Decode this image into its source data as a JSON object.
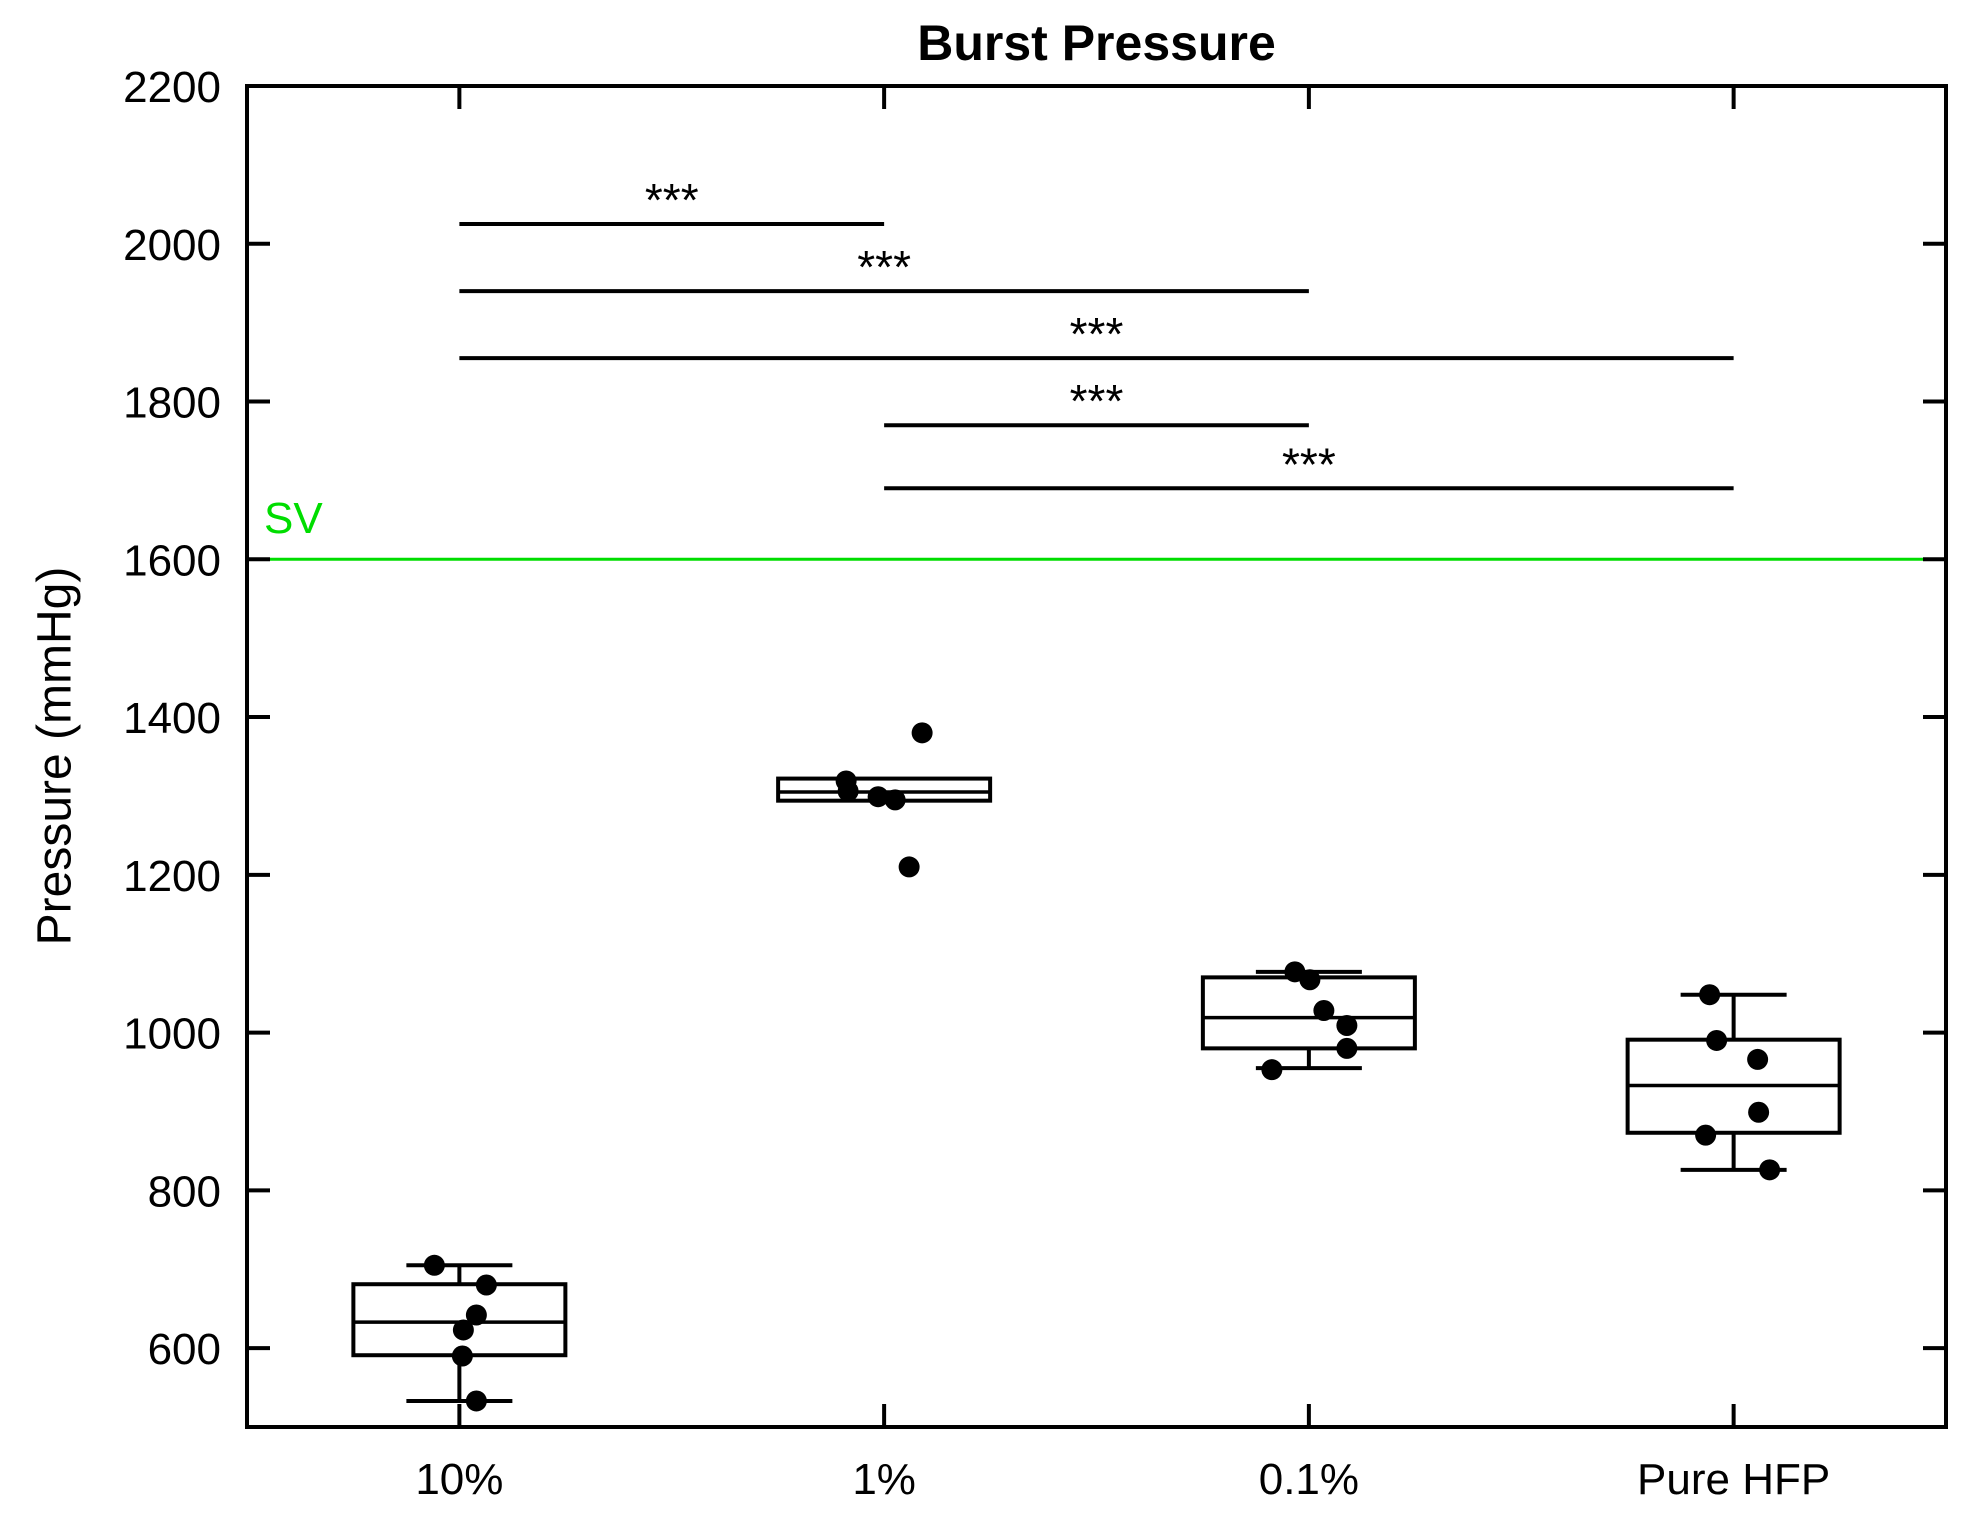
{
  "chart_data": {
    "type": "box",
    "title": "Burst Pressure",
    "ylabel": "Pressure (mmHg)",
    "xlabel": "",
    "ylim": [
      500,
      2200
    ],
    "yticks": [
      600,
      800,
      1000,
      1200,
      1400,
      1600,
      1800,
      2000,
      2200
    ],
    "grid": false,
    "legend": "none",
    "categories": [
      "10%",
      "1%",
      "0.1%",
      "Pure HFP"
    ],
    "colors": {
      "box_stroke": "#000000",
      "point_fill": "#000000",
      "reference_green": "#00dd00"
    },
    "reference_line": {
      "label": "SV",
      "value": 1600,
      "color": "#00dd00"
    },
    "groups": [
      {
        "label": "10%",
        "q1": 591,
        "median": 633,
        "q3": 681,
        "whisker_low": 533,
        "whisker_high": 705,
        "points": [
          {
            "v": 705,
            "dx": -25
          },
          {
            "v": 680,
            "dx": 27
          },
          {
            "v": 642,
            "dx": 17
          },
          {
            "v": 623,
            "dx": 4
          },
          {
            "v": 590,
            "dx": 3
          },
          {
            "v": 533,
            "dx": 17
          }
        ]
      },
      {
        "label": "1%",
        "q1": 1294,
        "median": 1305,
        "q3": 1322,
        "whisker_low": null,
        "whisker_high": null,
        "points": [
          {
            "v": 1380,
            "dx": 38
          },
          {
            "v": 1319,
            "dx": -38
          },
          {
            "v": 1306,
            "dx": -36
          },
          {
            "v": 1299,
            "dx": -6
          },
          {
            "v": 1295,
            "dx": 11
          },
          {
            "v": 1210,
            "dx": 25
          }
        ]
      },
      {
        "label": "0.1%",
        "q1": 980,
        "median": 1019,
        "q3": 1070,
        "whisker_low": 955,
        "whisker_high": 1077,
        "points": [
          {
            "v": 1077,
            "dx": -14
          },
          {
            "v": 1067,
            "dx": 1
          },
          {
            "v": 1028,
            "dx": 15
          },
          {
            "v": 1009,
            "dx": 38
          },
          {
            "v": 980,
            "dx": 38
          },
          {
            "v": 953,
            "dx": -37
          }
        ]
      },
      {
        "label": "Pure HFP",
        "q1": 873,
        "median": 933,
        "q3": 991,
        "whisker_low": 826,
        "whisker_high": 1048,
        "points": [
          {
            "v": 1048,
            "dx": -24
          },
          {
            "v": 990,
            "dx": -17
          },
          {
            "v": 966,
            "dx": 24
          },
          {
            "v": 899,
            "dx": 25
          },
          {
            "v": 870,
            "dx": -28
          },
          {
            "v": 826,
            "dx": 36
          }
        ]
      }
    ],
    "significance_bars": [
      {
        "from": 1,
        "to": 2,
        "value": 2025,
        "label": "***"
      },
      {
        "from": 1,
        "to": 3,
        "value": 1940,
        "label": "***"
      },
      {
        "from": 1,
        "to": 4,
        "value": 1855,
        "label": "***"
      },
      {
        "from": 2,
        "to": 3,
        "value": 1770,
        "label": "***"
      },
      {
        "from": 2,
        "to": 4,
        "value": 1690,
        "label": "***"
      }
    ]
  }
}
